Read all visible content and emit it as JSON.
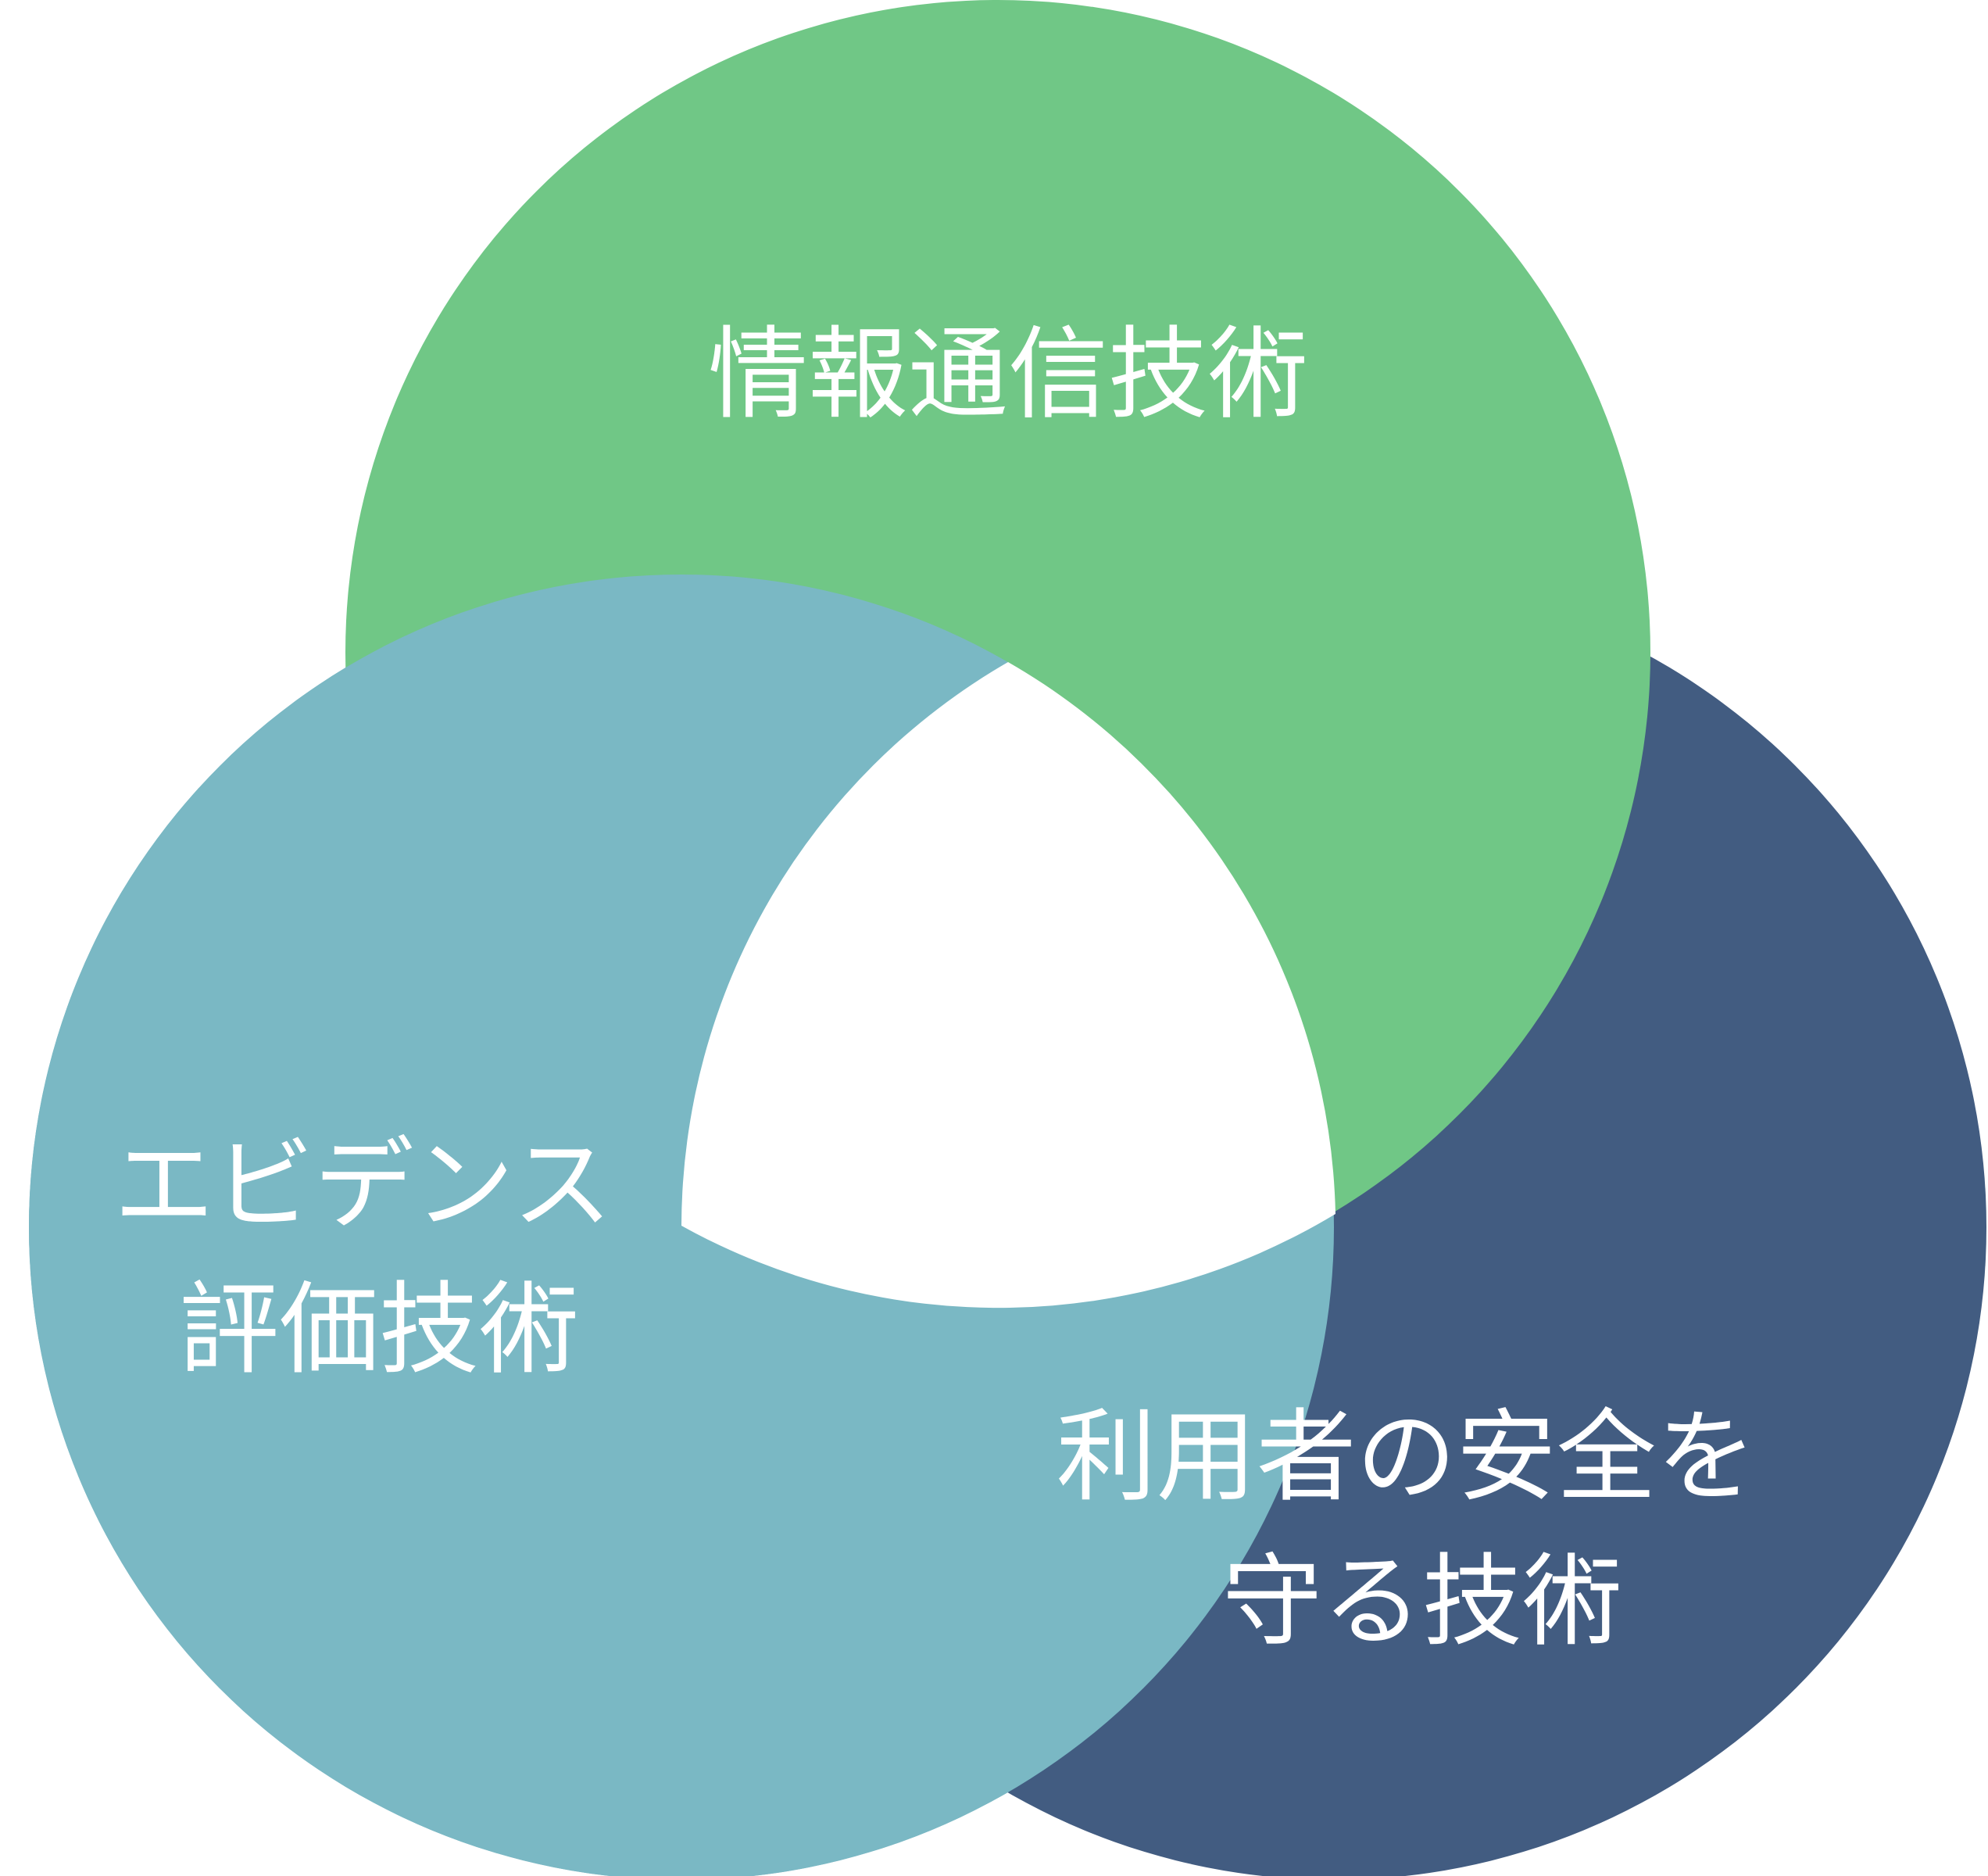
{
  "diagram": {
    "colors": {
      "green": "#70C786",
      "teal": "#7AB8C4",
      "navy": "#425C81",
      "background": "#FFFFFF",
      "label": "#FFFFFF"
    },
    "circles": [
      {
        "id": "ict",
        "color_key": "green",
        "label_lines": [
          "情報通信技術"
        ]
      },
      {
        "id": "evidence",
        "color_key": "teal",
        "label_lines": [
          "エビデンス",
          "評価技術"
        ]
      },
      {
        "id": "safety",
        "color_key": "navy",
        "label_lines": [
          "利用者の安全を",
          "守る技術"
        ]
      }
    ]
  }
}
